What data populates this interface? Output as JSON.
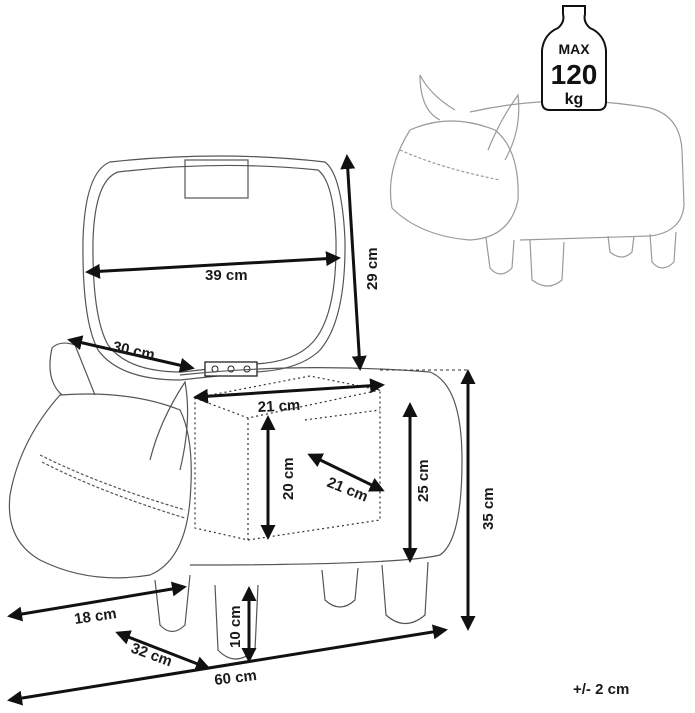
{
  "weight_limit": {
    "line1": "MAX",
    "line2": "120",
    "line3": "kg"
  },
  "dimensions": {
    "lid_width": "39 cm",
    "lid_height": "29 cm",
    "head_depth": "30 cm",
    "storage_width": "21 cm",
    "storage_height": "20 cm",
    "storage_depth": "21 cm",
    "seat_height": "25 cm",
    "total_height": "35 cm",
    "front_width": "18 cm",
    "leg_height": "10 cm",
    "total_depth": "32 cm",
    "total_length": "60 cm"
  },
  "tolerance": "+/- 2 cm"
}
